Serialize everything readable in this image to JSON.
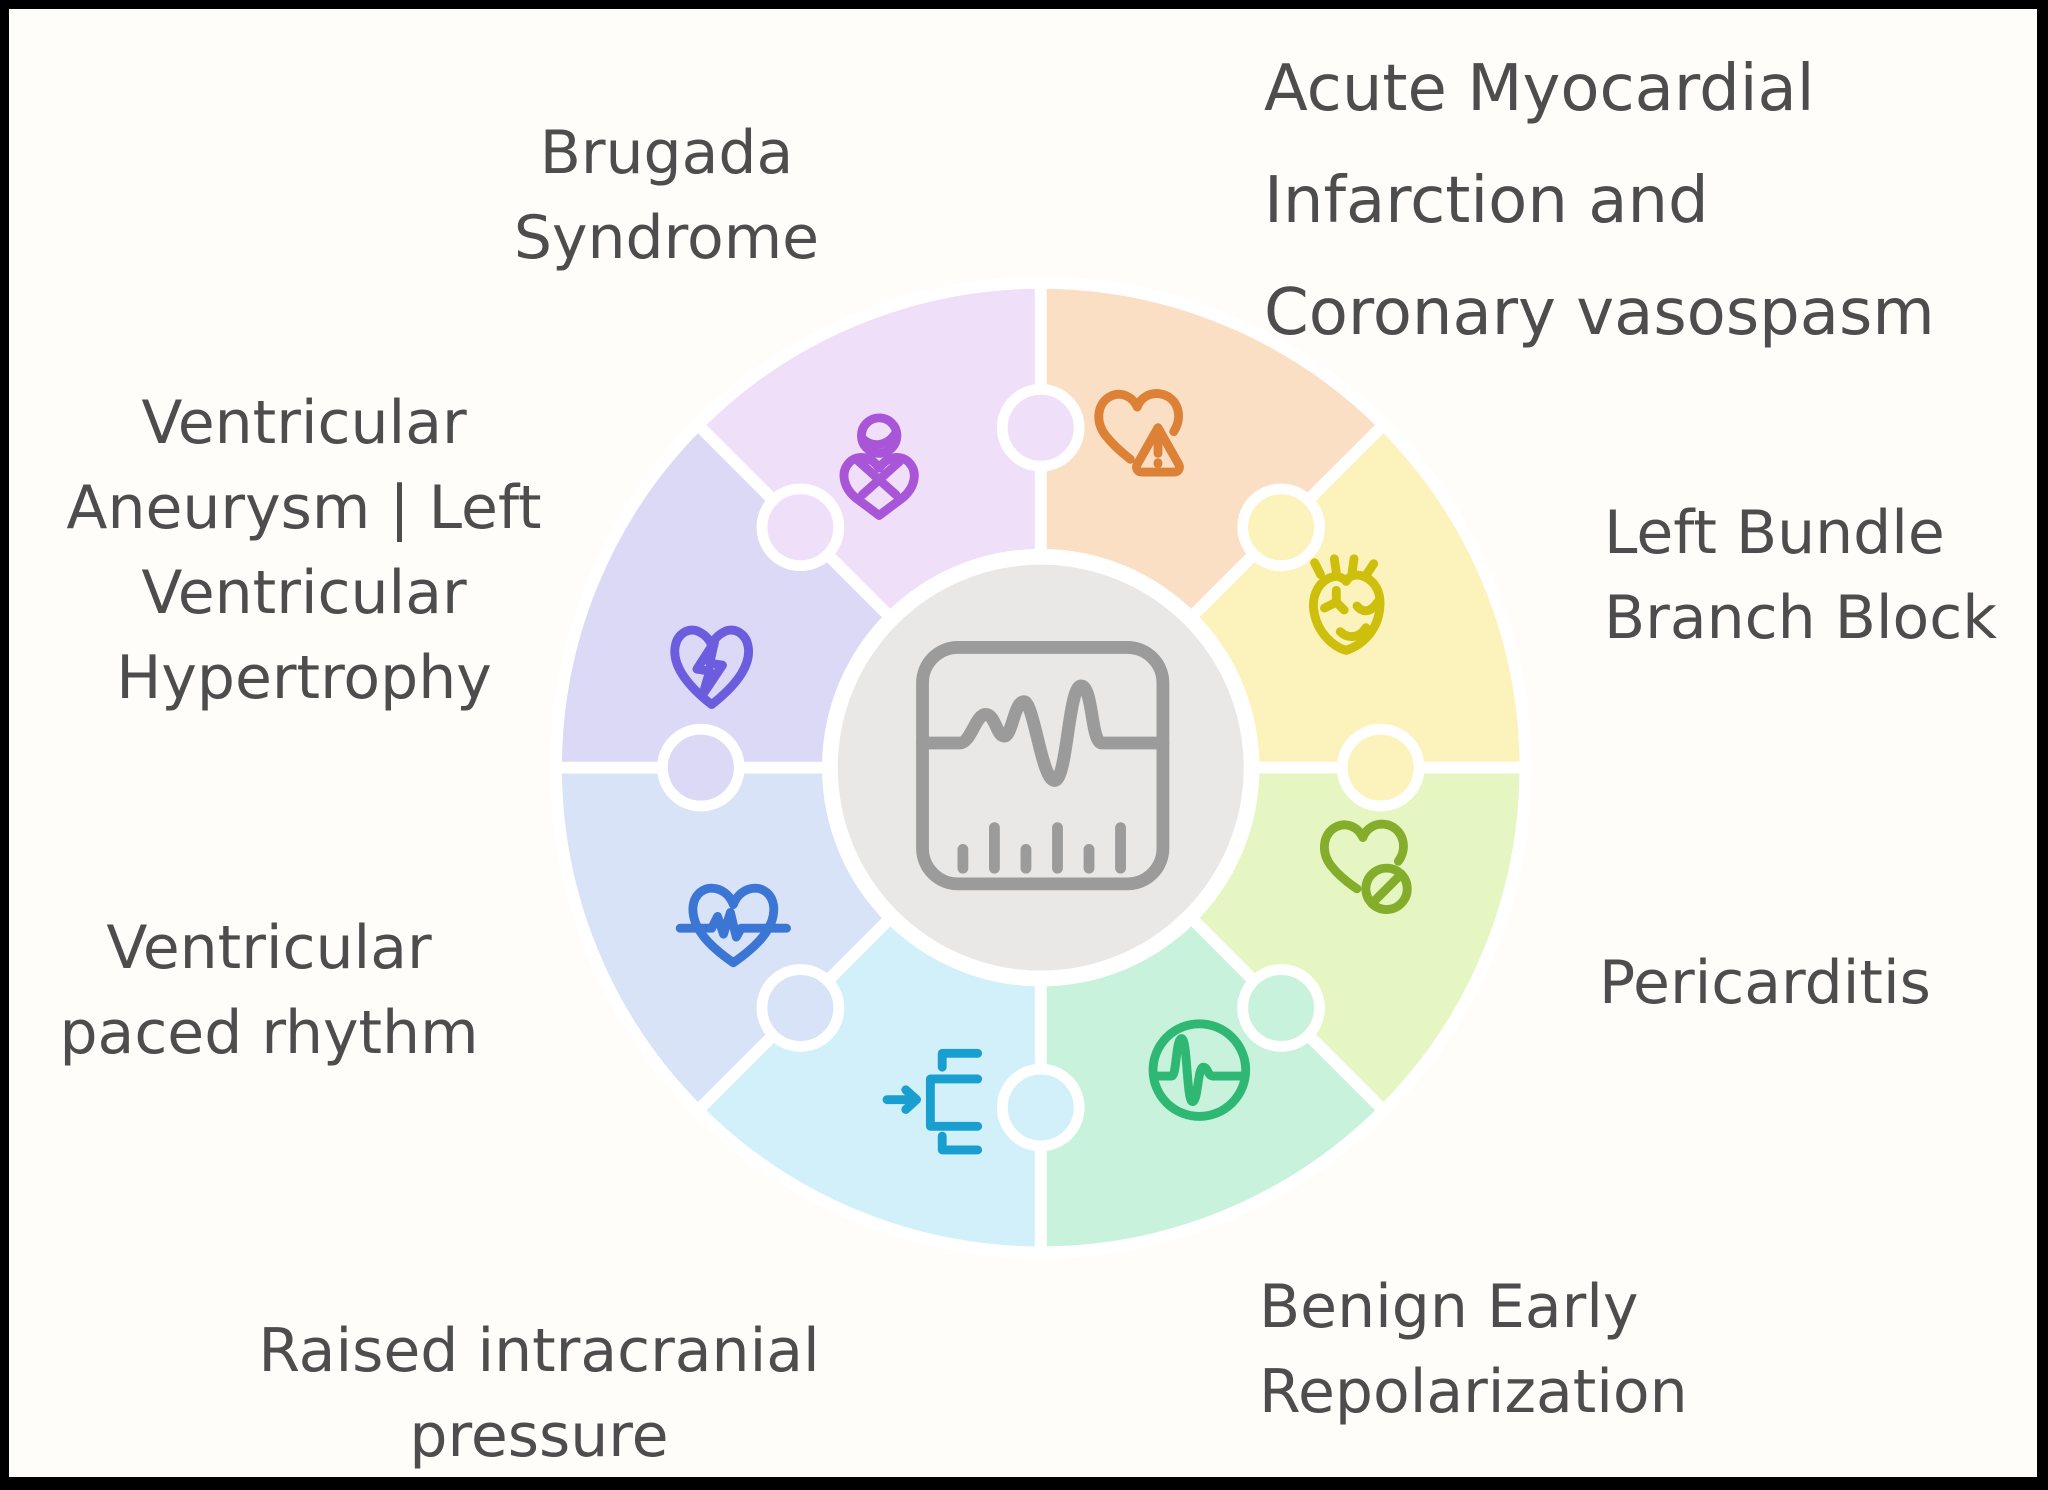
{
  "background_color": "#fffdf9",
  "frame_color": "#000000",
  "text_color": "#4d4d4d",
  "center": {
    "disc_color": "#e9e8e7",
    "ring_color": "#ffffff",
    "icon": "ecg-monitor-icon",
    "icon_color": "#9b9b9b"
  },
  "segments": [
    {
      "id": "ami",
      "label_lines": [
        "Acute Myocardial",
        "Infarction and",
        "Coronary vasospasm"
      ],
      "color": "#fadfc5",
      "icon": "heart-warning-icon",
      "icon_color": "#dd8137"
    },
    {
      "id": "lbbb",
      "label_lines": [
        "Left Bundle",
        "Branch Block"
      ],
      "color": "#fbf3bb",
      "icon": "anatomical-heart-icon",
      "icon_color": "#cdbf0c"
    },
    {
      "id": "pericarditis",
      "label_lines": [
        "Pericarditis"
      ],
      "color": "#e6f6c3",
      "icon": "heart-pill-icon",
      "icon_color": "#83ad2a"
    },
    {
      "id": "ber",
      "label_lines": [
        "Benign Early",
        "Repolarization"
      ],
      "color": "#c8f2dc",
      "icon": "ecg-circle-icon",
      "icon_color": "#2eb873"
    },
    {
      "id": "ricp",
      "label_lines": [
        "Raised intracranial",
        "pressure"
      ],
      "color": "#d2f0fa",
      "icon": "pressure-bracket-icon",
      "icon_color": "#189fd0"
    },
    {
      "id": "vpr",
      "label_lines": [
        "Ventricular",
        "paced rhythm"
      ],
      "color": "#d8e3f8",
      "icon": "heart-ecg-icon",
      "icon_color": "#3b76d5"
    },
    {
      "id": "valvh",
      "label_lines": [
        "Ventricular",
        "Aneurysm | Left",
        "Ventricular",
        "Hypertrophy"
      ],
      "color": "#dcd9f6",
      "icon": "heart-lightning-icon",
      "icon_color": "#6c5dde"
    },
    {
      "id": "brugada",
      "label_lines": [
        "Brugada",
        "Syndrome"
      ],
      "color": "#efdff8",
      "icon": "person-heart-icon",
      "icon_color": "#a855d8"
    }
  ],
  "knob_donors": [
    7,
    1,
    1,
    3,
    4,
    5,
    6,
    7
  ]
}
